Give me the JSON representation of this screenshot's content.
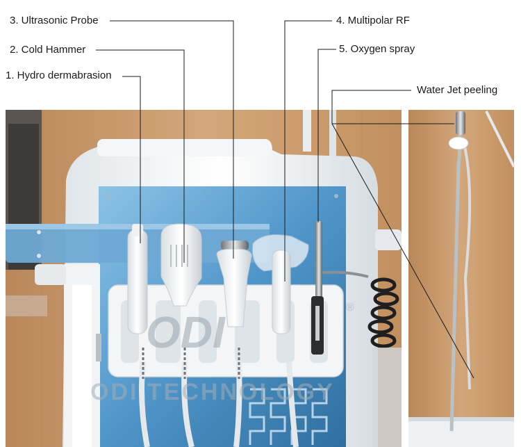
{
  "labels": {
    "ultrasonic": "3. Ultrasonic Probe",
    "cold_hammer": "2. Cold Hammer",
    "hydro": "1. Hydro dermabrasion",
    "multipolar": "4. Multipolar RF",
    "oxygen": "5. Oxygen spray",
    "water_jet": "Water Jet peeling"
  },
  "watermark": {
    "logo_text": "ODI",
    "company_text": "ODI TECHNOLOGY",
    "registered_mark": "®"
  },
  "colors": {
    "wood": "#c89768",
    "machine_white": "#eef2f4",
    "panel_blue": "#4e93c8",
    "leader_line": "#1a1a1a"
  }
}
